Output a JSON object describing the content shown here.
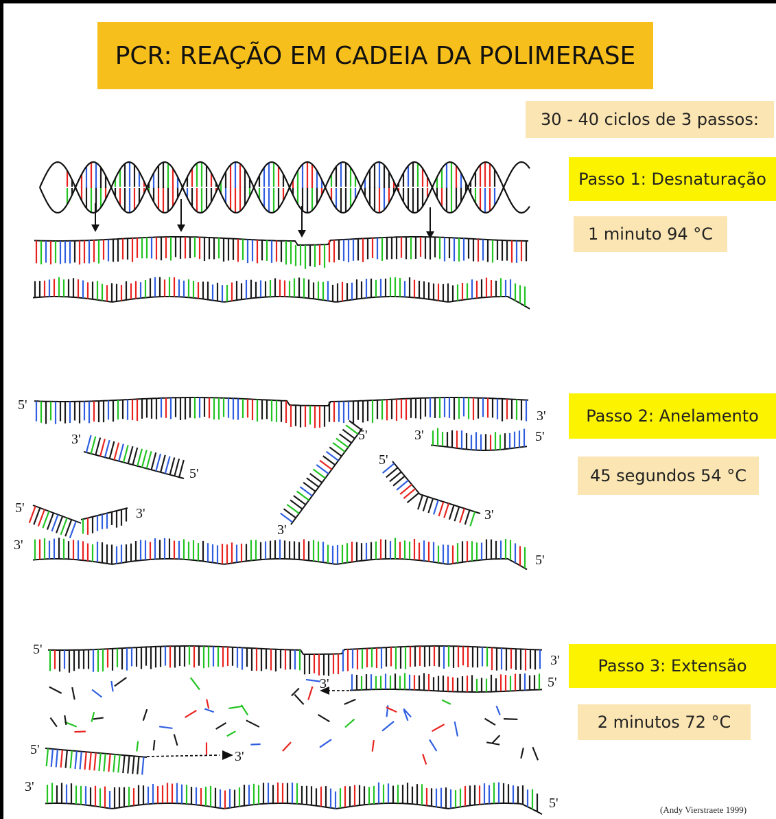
{
  "title": "PCR: REAÇÃO EM CADEIA DA POLIMERASE",
  "cycles": "30 - 40 ciclos de 3 passos:",
  "steps": [
    {
      "label": "Passo 1: Desnaturação",
      "condition": "1 minuto 94 °C"
    },
    {
      "label": "Passo 2: Anelamento",
      "condition": "45 segundos 54 °C"
    },
    {
      "label": "Passo 3: Extensão",
      "condition": "2 minutos 72 °C"
    }
  ],
  "end_labels": {
    "five_prime": "5'",
    "three_prime": "3'"
  },
  "credit": "(Andy Vierstraete 1999)",
  "colors": {
    "title_bg": "#f7bf1c",
    "step_bg": "#fcf300",
    "condition_bg": "#fbe5b3",
    "base_black": "#1a1a1a",
    "base_red": "#e8231f",
    "base_green": "#22c422",
    "base_blue": "#2f5fe0"
  }
}
